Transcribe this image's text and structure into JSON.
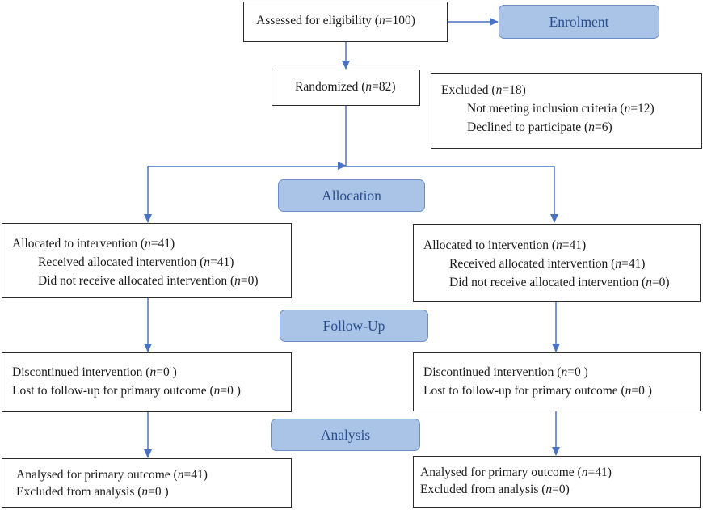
{
  "stages": {
    "enrolment": "Enrolment",
    "allocation": "Allocation",
    "follow_up": "Follow-Up",
    "analysis": "Analysis"
  },
  "assessed": {
    "label": "Assessed for eligibility (",
    "n": "n",
    "value": "=100)"
  },
  "randomized": {
    "label": "Randomized (",
    "n": "n",
    "value": "=82)"
  },
  "excluded": {
    "title": {
      "label": "Excluded (",
      "n": "n",
      "value": "=18)"
    },
    "items": [
      {
        "label": "Not meeting inclusion criteria (",
        "n": "n",
        "value": "=12)"
      },
      {
        "label": "Declined to participate (",
        "n": "n",
        "value": "=6)"
      }
    ]
  },
  "left": {
    "allocation": [
      {
        "label": "Allocated to intervention (",
        "n": "n",
        "value": "=41)"
      },
      {
        "label": "Received allocated intervention (",
        "n": "n",
        "value": "=41)"
      },
      {
        "label": "Did not receive allocated intervention (",
        "n": "n",
        "value": "=0)"
      }
    ],
    "follow_up": [
      {
        "label": "Discontinued intervention (",
        "n": "n",
        "value": "=0 )"
      },
      {
        "label": "Lost to follow-up for primary outcome (",
        "n": "n",
        "value": "=0 )"
      }
    ],
    "analysis": [
      {
        "label": "Analysed for primary outcome (",
        "n": "n",
        "value": "=41)"
      },
      {
        "label": "Excluded from analysis (",
        "n": "n",
        "value": "=0 )"
      }
    ]
  },
  "right": {
    "allocation": [
      {
        "label": "Allocated to intervention (",
        "n": "n",
        "value": "=41)"
      },
      {
        "label": "Received allocated intervention (",
        "n": "n",
        "value": "=41)"
      },
      {
        "label": "Did not receive allocated intervention (",
        "n": "n",
        "value": "=0)"
      }
    ],
    "follow_up": [
      {
        "label": "Discontinued intervention (",
        "n": "n",
        "value": "=0 )"
      },
      {
        "label": "Lost to follow-up for primary outcome (",
        "n": "n",
        "value": "=0 )"
      }
    ],
    "analysis": [
      {
        "label": "Analysed for primary outcome (",
        "n": "n",
        "value": "=41)"
      },
      {
        "label": "Excluded from analysis (",
        "n": "n",
        "value": "=0)"
      }
    ]
  },
  "colors": {
    "connector": "#4a72c2",
    "stage_fill": "#aac4e8",
    "stage_text": "#2b4f8a",
    "box_border": "#2b2b2b"
  }
}
